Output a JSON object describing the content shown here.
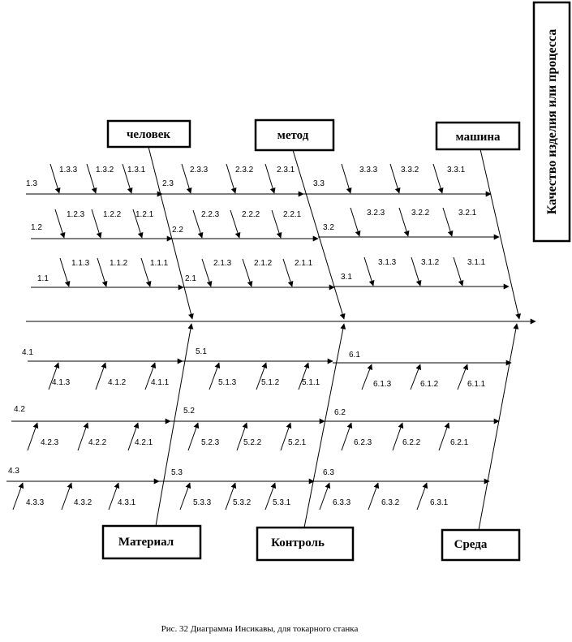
{
  "effect": "Качество изделия или процесса",
  "categories": {
    "top": [
      "человек",
      "метод",
      "машина"
    ],
    "bottom": [
      "Материал",
      "Контроль",
      "Среда"
    ]
  },
  "labels": {
    "top": [
      [
        {
          "bone": "1.3",
          "subs": [
            "1.3.3",
            "1.3.2",
            "1.3.1"
          ]
        },
        {
          "bone": "1.2",
          "subs": [
            "1.2.3",
            "1.2.2",
            "1.2.1"
          ]
        },
        {
          "bone": "1.1",
          "subs": [
            "1.1.3",
            "1.1.2",
            "1.1.1"
          ]
        }
      ],
      [
        {
          "bone": "2.3",
          "subs": [
            "2.3.3",
            "2.3.2",
            "2.3.1"
          ]
        },
        {
          "bone": "2.2",
          "subs": [
            "2.2.3",
            "2.2.2",
            "2.2.1"
          ]
        },
        {
          "bone": "2.1",
          "subs": [
            "2.1.3",
            "2.1.2",
            "2.1.1"
          ]
        }
      ],
      [
        {
          "bone": "3.3",
          "subs": [
            "3.3.3",
            "3.3.2",
            "3.3.1"
          ]
        },
        {
          "bone": "3.2",
          "subs": [
            "3.2.3",
            "3.2.2",
            "3.2.1"
          ]
        },
        {
          "bone": "3.1",
          "subs": [
            "3.1.3",
            "3.1.2",
            "3.1.1"
          ]
        }
      ]
    ],
    "bottom": [
      [
        {
          "bone": "4.1",
          "subs": [
            "4.1.3",
            "4.1.2",
            "4.1.1"
          ]
        },
        {
          "bone": "4.2",
          "subs": [
            "4.2.3",
            "4.2.2",
            "4.2.1"
          ]
        },
        {
          "bone": "4.3",
          "subs": [
            "4.3.3",
            "4.3.2",
            "4.3.1"
          ]
        }
      ],
      [
        {
          "bone": "5.1",
          "subs": [
            "5.1.3",
            "5.1.2",
            "5.1.1"
          ]
        },
        {
          "bone": "5.2",
          "subs": [
            "5.2.3",
            "5.2.2",
            "5.2.1"
          ]
        },
        {
          "bone": "5.3",
          "subs": [
            "5.3.3",
            "5.3.2",
            "5.3.1"
          ]
        }
      ],
      [
        {
          "bone": "6.1",
          "subs": [
            "6.1.3",
            "6.1.2",
            "6.1.1"
          ]
        },
        {
          "bone": "6.2",
          "subs": [
            "6.2.3",
            "6.2.2",
            "6.2.1"
          ]
        },
        {
          "bone": "6.3",
          "subs": [
            "6.3.3",
            "6.3.2",
            "6.3.1"
          ]
        }
      ]
    ]
  },
  "caption": "Рис. 32 Диаграмма Инсикавы, для токарного станка"
}
